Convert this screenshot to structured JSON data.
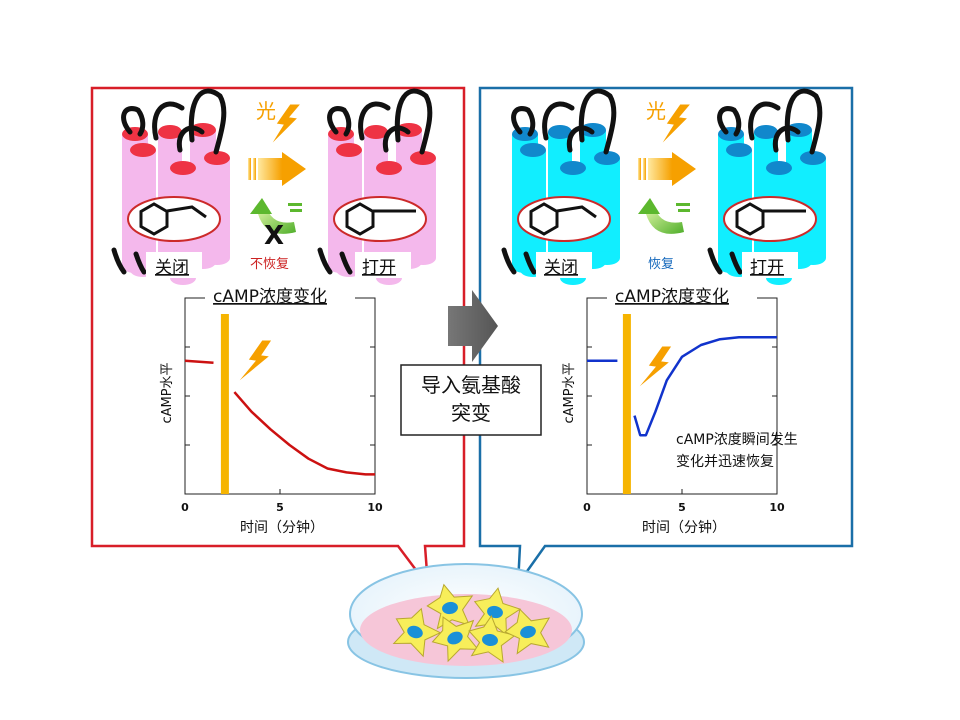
{
  "left_panel": {
    "light_label": "光",
    "state_before": "关闭",
    "state_after": "打开",
    "recovery_label": "不恢复",
    "recovery_color": "#cc2222",
    "block_mark": "X",
    "membrane_color": "#f4b8ec",
    "cap_color": "#ee3344",
    "chart_data": {
      "type": "line",
      "title": "cAMP浓度变化",
      "xlabel": "时间（分钟）",
      "ylabel": "cAMP水平",
      "x_ticks": [
        "0",
        "5",
        "10"
      ],
      "xlim": [
        0,
        10
      ],
      "ylim": [
        0,
        1
      ],
      "light_on_x": 2.1,
      "series": [
        {
          "color": "#cc1111",
          "x": [
            0,
            1.5
          ],
          "y": [
            0.68,
            0.67
          ]
        },
        {
          "color": "#cc1111",
          "x": [
            2.6,
            3.5,
            4.5,
            5.5,
            6.5,
            7.5,
            8.5,
            9.5,
            10
          ],
          "y": [
            0.52,
            0.42,
            0.33,
            0.25,
            0.18,
            0.13,
            0.11,
            0.1,
            0.1
          ]
        }
      ]
    }
  },
  "right_panel": {
    "light_label": "光",
    "state_before": "关闭",
    "state_after": "打开",
    "recovery_label": "恢复",
    "recovery_color": "#1166bb",
    "membrane_color": "#11eeff",
    "cap_color": "#1188cc",
    "annotation_line1": "cAMP浓度瞬间发生",
    "annotation_line2": "变化并迅速恢复",
    "chart_data": {
      "type": "line",
      "title": "cAMP浓度变化",
      "xlabel": "时间（分钟）",
      "ylabel": "cAMP水平",
      "x_ticks": [
        "0",
        "5",
        "10"
      ],
      "xlim": [
        0,
        10
      ],
      "ylim": [
        0,
        1
      ],
      "light_on_x": 2.1,
      "series": [
        {
          "color": "#1133cc",
          "x": [
            0,
            1.6
          ],
          "y": [
            0.68,
            0.68
          ]
        },
        {
          "color": "#1133cc",
          "x": [
            2.5,
            2.8,
            3.1,
            3.6,
            4.2,
            5.0,
            6.0,
            7.0,
            8.0,
            9.0,
            10
          ],
          "y": [
            0.4,
            0.3,
            0.3,
            0.42,
            0.58,
            0.7,
            0.76,
            0.79,
            0.8,
            0.8,
            0.8
          ]
        }
      ]
    }
  },
  "center_arrow": {
    "label_line1": "导入氨基酸",
    "label_line2": "突变"
  },
  "frame_colors": {
    "left": "#d81e28",
    "right": "#1a6fa8"
  },
  "dish": {
    "liquid_color": "#f6c6d8",
    "cell_color": "#f7ee5a",
    "nucleus_color": "#1a90d8"
  }
}
